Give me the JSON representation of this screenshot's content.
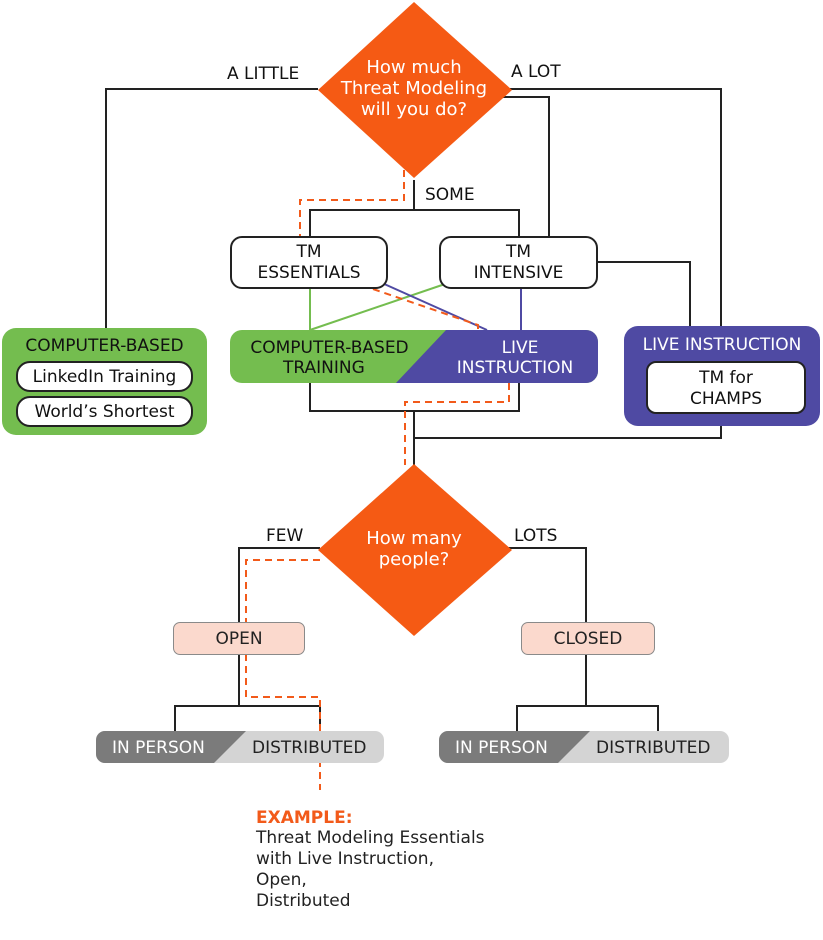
{
  "colors": {
    "orange": "#f55a14",
    "green": "#74bd4f",
    "purple": "#4f4aa3",
    "pink": "#fbd9cd",
    "gray_dark": "#7b7b7b",
    "gray_light": "#d4d4d4",
    "line": "#222222",
    "dashed": "#f25a1a"
  },
  "decision1": {
    "line1": "How much",
    "line2": "Threat Modeling",
    "line3": "will you do?"
  },
  "branch_labels": {
    "a_little": "A LITTLE",
    "a_lot": "A LOT",
    "some": "SOME"
  },
  "tm_essentials": {
    "line1": "TM",
    "line2": "ESSENTIALS"
  },
  "tm_intensive": {
    "line1": "TM",
    "line2": "INTENSIVE"
  },
  "computer_based_panel": {
    "title": "COMPUTER-BASED",
    "items": [
      "LinkedIn Training",
      "World’s Shortest"
    ]
  },
  "mixed_panel": {
    "left_line1": "COMPUTER-BASED",
    "left_line2": "TRAINING",
    "right_line1": "LIVE",
    "right_line2": "INSTRUCTION"
  },
  "live_panel": {
    "title": "LIVE INSTRUCTION",
    "item_line1": "TM for",
    "item_line2": "CHAMPS"
  },
  "decision2": {
    "line1": "How many",
    "line2": "people?"
  },
  "branch_labels2": {
    "few": "FEW",
    "lots": "LOTS"
  },
  "open_label": "OPEN",
  "closed_label": "CLOSED",
  "left_split": {
    "left": "IN PERSON",
    "right": "DISTRIBUTED"
  },
  "right_split": {
    "left": "IN PERSON",
    "right": "DISTRIBUTED"
  },
  "example": {
    "heading": "EXAMPLE:",
    "lines": [
      "Threat Modeling Essentials",
      "with Live Instruction,",
      "Open,",
      "Distributed"
    ]
  }
}
